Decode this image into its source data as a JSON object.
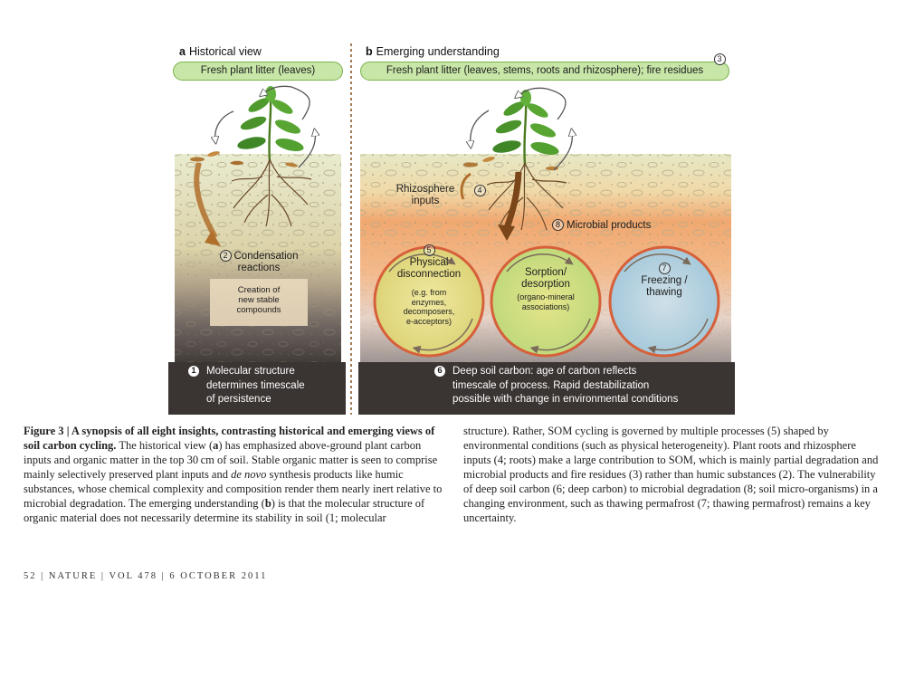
{
  "figure": {
    "panel_a": {
      "letter": "a",
      "title": "Historical view",
      "pill": "Fresh plant litter (leaves)",
      "item2_num": "2",
      "item2_line1": "Condensation",
      "item2_line2": "reactions",
      "box_line1": "Creation of",
      "box_line2": "new stable",
      "box_line3": "compounds",
      "item1_num": "1",
      "item1_line1": "Molecular structure",
      "item1_line2": "determines timescale",
      "item1_line3": "of persistence"
    },
    "panel_b": {
      "letter": "b",
      "title": "Emerging understanding",
      "pill": "Fresh plant litter (leaves, stems, roots and rhizosphere); fire residues",
      "pill_num": "3",
      "rhizo_line1": "Rhizosphere",
      "rhizo_line2": "inputs",
      "rhizo_num": "4",
      "microbial_num": "8",
      "microbial": "Microbial products",
      "c5_num": "5",
      "c5_line1": "Physical",
      "c5_line2": "disconnection",
      "c5_sub1": "(e.g. from",
      "c5_sub2": "enzymes,",
      "c5_sub3": "decomposers,",
      "c5_sub4": "e-acceptors)",
      "c_mid_line1": "Sorption/",
      "c_mid_line2": "desorption",
      "c_mid_sub1": "(organo-mineral",
      "c_mid_sub2": "associations)",
      "c7_num": "7",
      "c7_line1": "Freezing /",
      "c7_line2": "thawing",
      "item6_num": "6",
      "item6_line1": "Deep soil carbon: age of carbon reflects",
      "item6_line2": "timescale of process. Rapid destabilization",
      "item6_line3": "possible with change in environmental conditions"
    },
    "colors": {
      "pill_fill": "#c8e6a8",
      "pill_border": "#79b24d",
      "divider": "#8a5a30",
      "footer": "#3a3432",
      "circle_ring": "#d6603a",
      "arrow": "#8a4f1c"
    }
  },
  "caption": {
    "label": "Figure 3",
    "sep": " | ",
    "title": "A synopsis of all eight insights, contrasting historical and emerging views of soil carbon cycling.",
    "t1": " The historical view (",
    "t2": ") has emphasized above-ground plant carbon inputs and organic matter in the top 30 cm of soil. Stable organic matter is seen to comprise mainly selectively preserved plant inputs and ",
    "t3": "de novo",
    "t4": " synthesis products like humic substances, whose chemical complexity and composition render them nearly inert relative to microbial degradation. The emerging understanding (",
    "t5": ") is that the molecular structure of organic material does not necessarily determine its stability in soil (1; molecular",
    "ref_a": "a",
    "ref_b": "b",
    "col2": "structure). Rather, SOM cycling is governed by multiple processes (5) shaped by environmental conditions (such as physical heterogeneity). Plant roots and rhizosphere inputs (4; roots) make a large contribution to SOM, which is mainly partial degradation and microbial products and fire residues (3) rather than humic substances (2). The vulnerability of deep soil carbon (6; deep carbon) to microbial degradation (8; soil micro-organisms) in a changing environment, such as thawing permafrost (7; thawing permafrost) remains a key uncertainty."
  },
  "folio": {
    "page": "52",
    "journal": "NATURE",
    "volume": "VOL 478",
    "date": "6 OCTOBER 2011"
  }
}
